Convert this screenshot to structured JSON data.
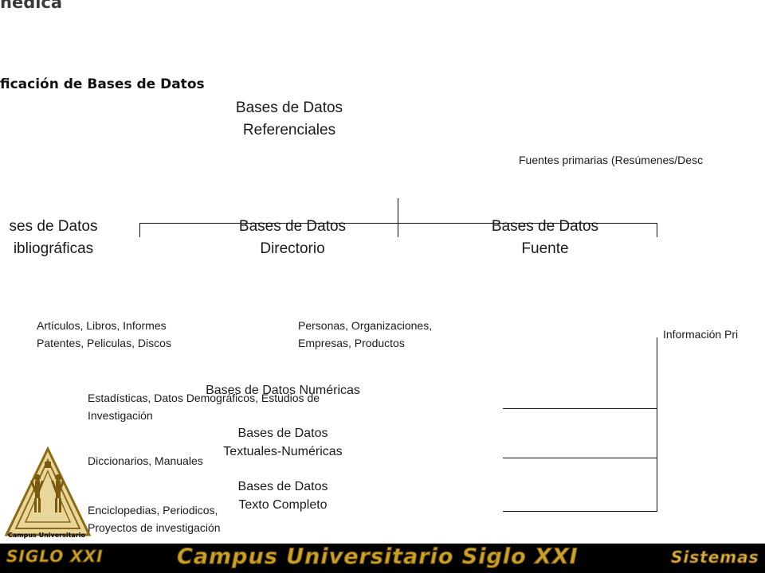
{
  "slide": {
    "title": "nedica",
    "section_title": "ficación de Bases de Datos"
  },
  "tree": {
    "root": {
      "line1": "Bases de Datos",
      "line2": "Referenciales"
    },
    "root_note": "Fuentes primarias (Resúmenes/Desc",
    "children": [
      {
        "line1": "ses de Datos",
        "line2": "ibliográficas"
      },
      {
        "line1": "Bases de Datos",
        "line2": "Directorio"
      },
      {
        "line1": "Bases de Datos",
        "line2": "Fuente"
      }
    ],
    "child_notes": [
      {
        "line1": "Artículos, Libros, Informes",
        "line2": "Patentes, Peliculas, Discos"
      },
      {
        "line1": "Personas, Organizaciones,",
        "line2": "Empresas, Productos"
      },
      {
        "line1": "Información Pri"
      }
    ],
    "fuente_branches": [
      {
        "title": "Bases de Datos Numéricas",
        "note_line1": "Estadísticas, Datos Demográficos, Estudios de",
        "note_line2": "Investigación"
      },
      {
        "title_line1": "Bases de Datos",
        "title_line2": "Textuales-Numéricas",
        "note_line1": "Diccionarios, Manuales"
      },
      {
        "title_line1": "Bases de Datos",
        "title_line2": "Texto Completo",
        "note_line1": "Enciclopedias, Periodicos,",
        "note_line2": "Proyectos de investigación"
      }
    ]
  },
  "footer": {
    "logo_text_top": "Campus Universitario",
    "logo_text_bottom": "SIGLO XXI",
    "banner_main": "Campus Universitario Siglo XXI",
    "banner_right": "Sistemas",
    "brand_gold": "#c9a227",
    "background": "#000000"
  }
}
